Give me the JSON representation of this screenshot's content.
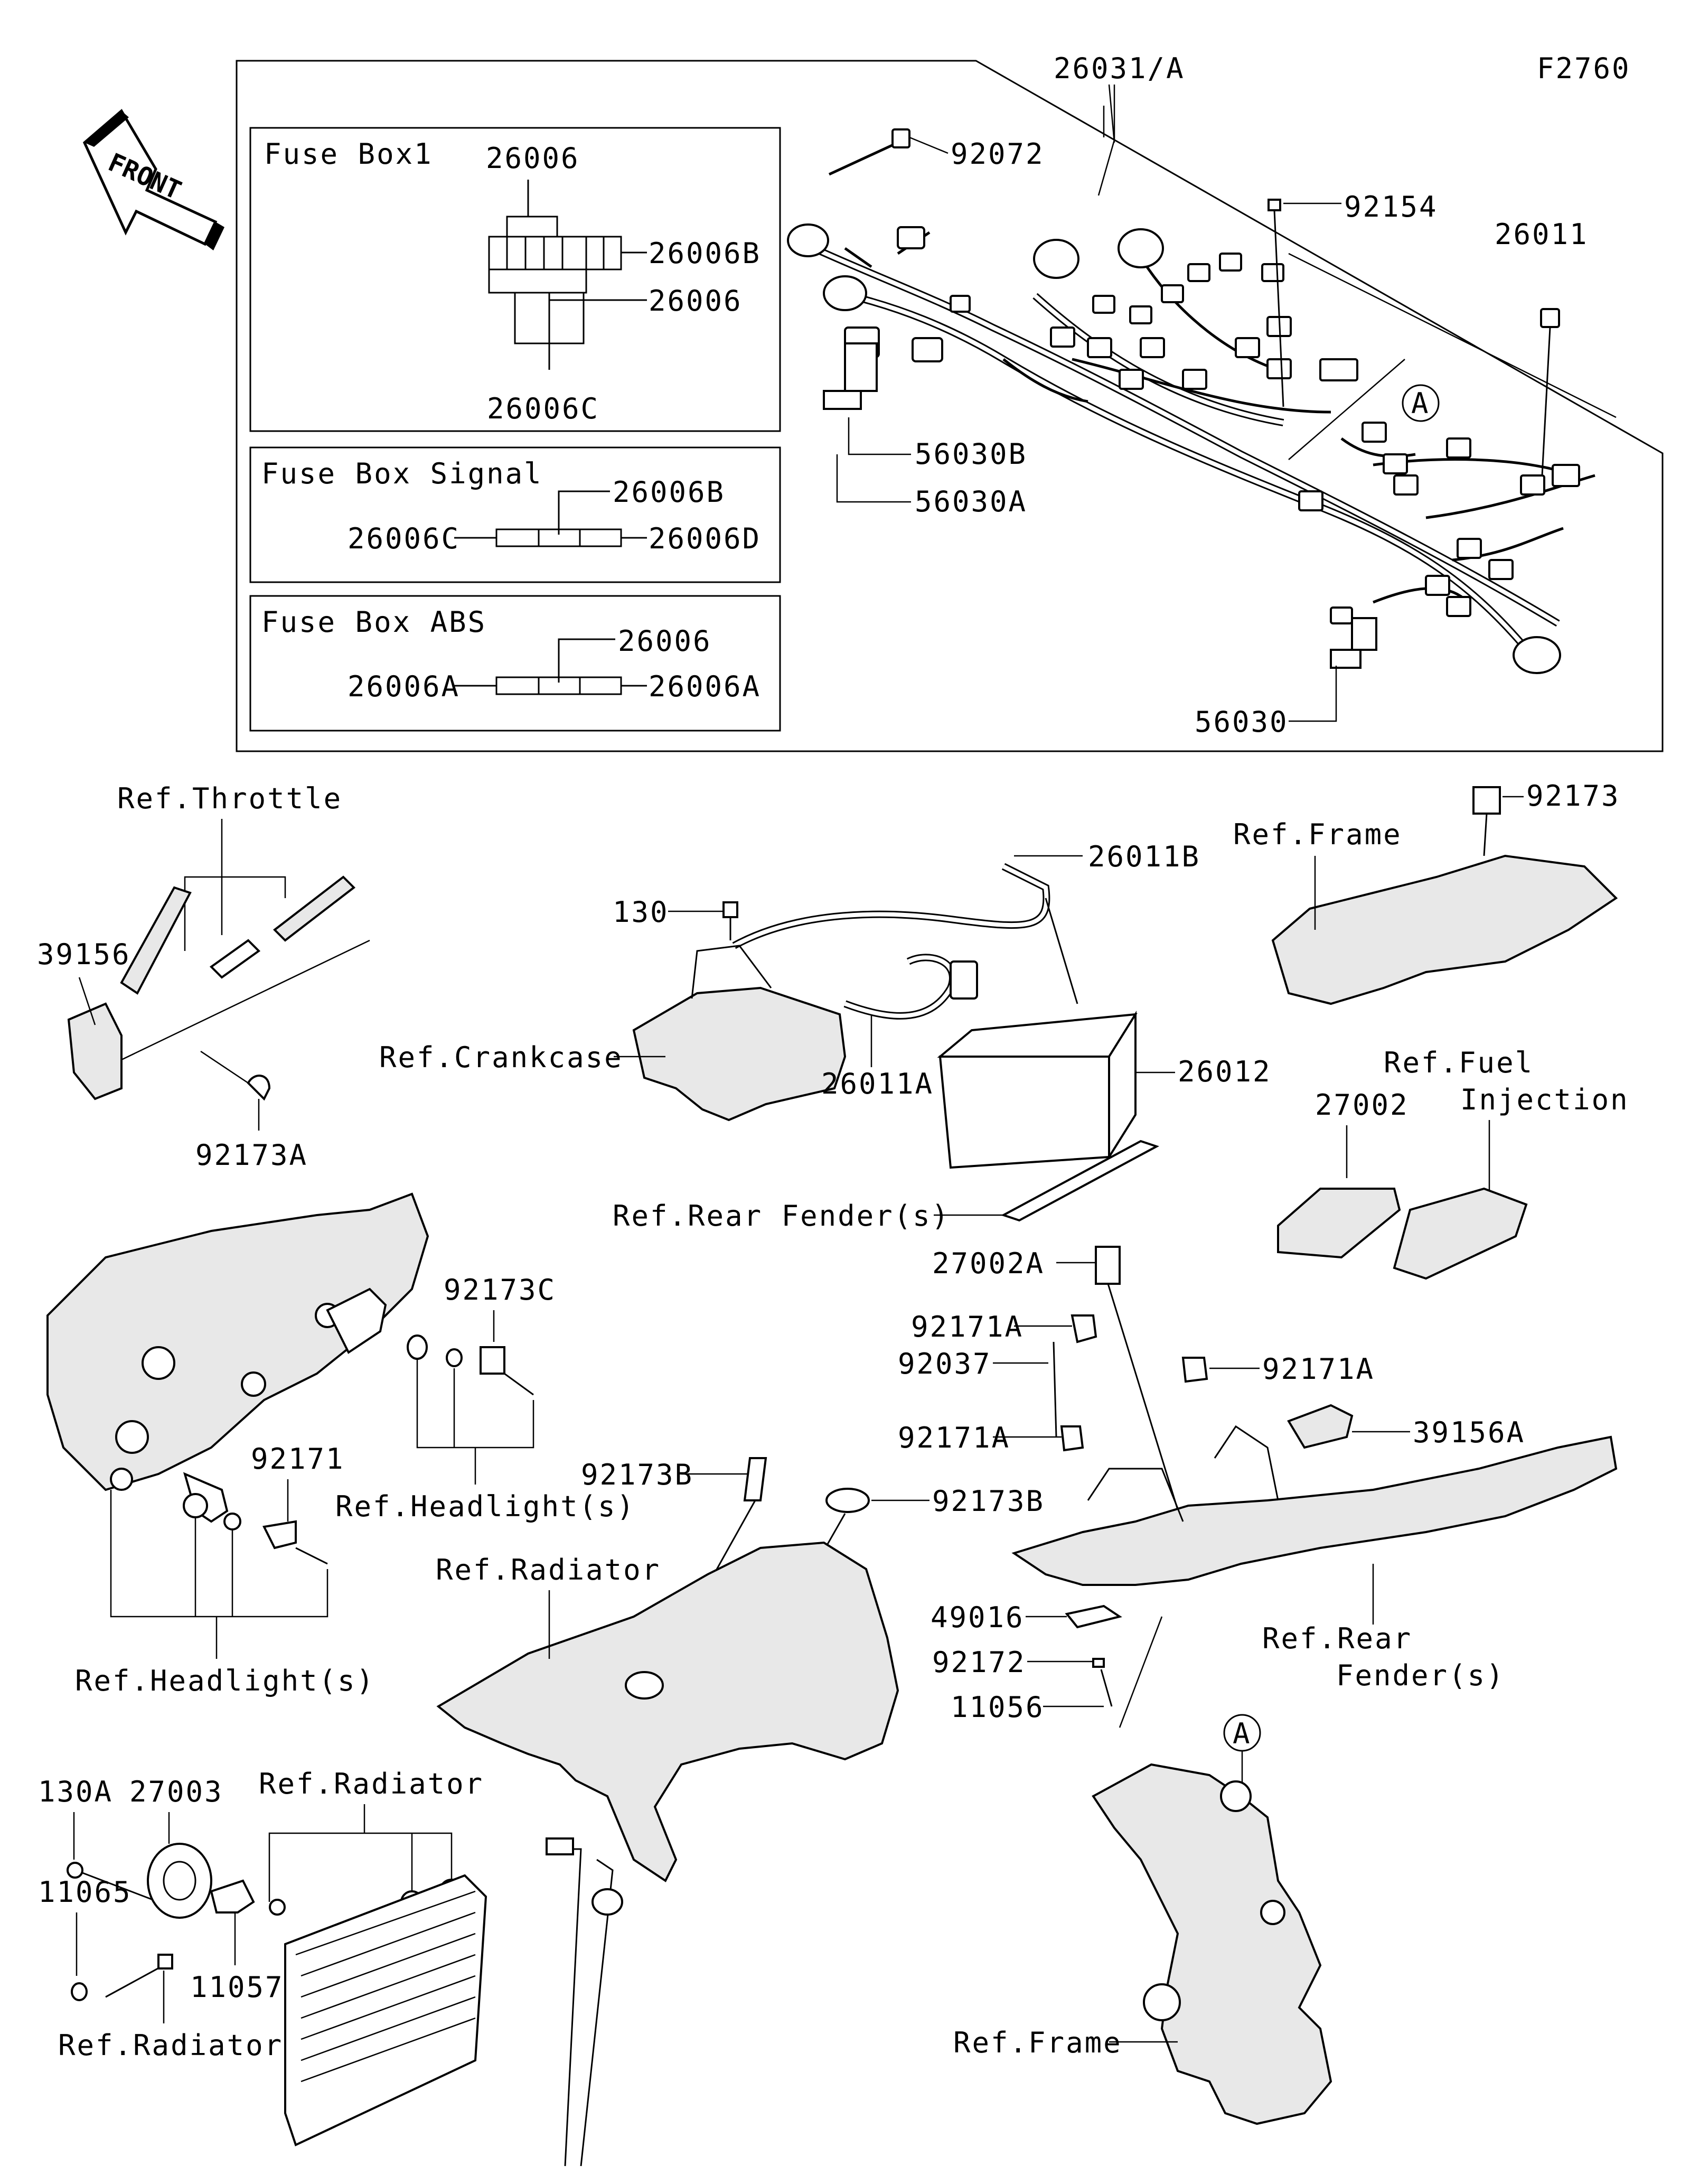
{
  "figure_code": "F2760",
  "front_label": "FRONT",
  "panels": {
    "fuse_box1": {
      "title": "Fuse Box1",
      "top": "26006",
      "right_top": "26006B",
      "right_mid": "26006",
      "bottom": "26006C"
    },
    "fuse_box_signal": {
      "title": "Fuse Box Signal",
      "top": "26006B",
      "left": "26006C",
      "right": "26006D"
    },
    "fuse_box_abs": {
      "title": "Fuse Box ABS",
      "top": "26006",
      "left": "26006A",
      "right": "26006A"
    }
  },
  "harness_labels": {
    "main": "26031/A",
    "clip_tie": "92072",
    "bolt": "92154",
    "connector": "26011",
    "bracket_b": "56030B",
    "bracket_a": "56030A",
    "bracket": "56030",
    "marker_a": "A"
  },
  "throttle": {
    "ref": "Ref.Throttle",
    "cover": "39156",
    "clamp": "92173A"
  },
  "battery": {
    "bolt": "130",
    "lead_b": "26011B",
    "ref_crankcase": "Ref.Crankcase",
    "lead_a": "26011A",
    "battery": "26012",
    "ref_rear_fender": "Ref.Rear Fender(s)"
  },
  "frame_top": {
    "clamp": "92173",
    "ref": "Ref.Frame"
  },
  "fuel": {
    "ref_line1": "Ref.Fuel",
    "ref_line2": "Injection",
    "ecu": "27002"
  },
  "headlight": {
    "clamp_c": "92173C",
    "ref_upper": "Ref.Headlight(s)",
    "clamp": "92171",
    "ref_lower": "Ref.Headlight(s)"
  },
  "rear_fender": {
    "relay": "27002A",
    "clamp_a1": "92171A",
    "bolt": "92037",
    "clamp_a2": "92171A",
    "clamp_a3": "92171A",
    "cover": "39156A",
    "pad": "49016",
    "screw": "92172",
    "terminal": "11056",
    "ref_line1": "Ref.Rear",
    "ref_line2": "Fender(s)"
  },
  "radiator": {
    "clamp_b1": "92173B",
    "clamp_b2": "92173B",
    "ref_upper": "Ref.Radiator",
    "ref_mid": "Ref.Radiator",
    "ref_bottom": "Ref.Radiator",
    "bolt": "130A",
    "horn": "27003",
    "nut": "11065",
    "bracket": "11057"
  },
  "frame_bottom": {
    "marker_a": "A",
    "ref": "Ref.Frame"
  }
}
